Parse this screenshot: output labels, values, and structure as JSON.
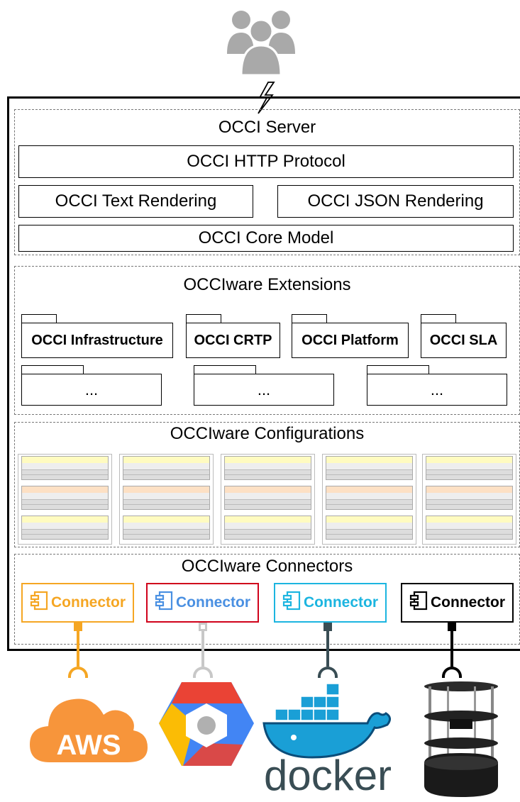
{
  "server": {
    "title": "OCCI Server",
    "http": "OCCI HTTP Protocol",
    "text_rendering": "OCCI Text Rendering",
    "json_rendering": "OCCI JSON Rendering",
    "core_model": "OCCI Core Model"
  },
  "extensions": {
    "title": "OCCIware Extensions",
    "packages": [
      "OCCI Infrastructure",
      "OCCI CRTP",
      "OCCI Platform",
      "OCCI SLA"
    ],
    "more": [
      "...",
      "...",
      "..."
    ]
  },
  "configurations": {
    "title": "OCCIware Configurations"
  },
  "connectors": {
    "title": "OCCIware Connectors",
    "items": [
      {
        "label": "Connector",
        "color": "#f5a623"
      },
      {
        "label": "Connector",
        "color": "#4a90e2"
      },
      {
        "label": "Connector",
        "color": "#1cb5e0"
      },
      {
        "label": "Connector",
        "color": "#000000"
      }
    ],
    "frame_colors": [
      "#f5a623",
      "#d0021b",
      "#1cb5e0",
      "#000000"
    ]
  },
  "providers": {
    "aws": "AWS",
    "docker": "docker"
  }
}
